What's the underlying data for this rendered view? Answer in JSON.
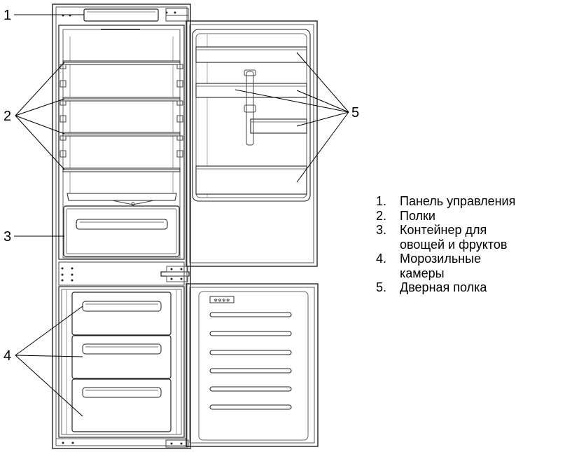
{
  "callouts": {
    "c1": "1",
    "c2": "2",
    "c3": "3",
    "c4": "4",
    "c5": "5"
  },
  "legend": [
    {
      "num": "1.",
      "text": "Панель управления"
    },
    {
      "num": "2.",
      "text": "Полки"
    },
    {
      "num": "3.",
      "text": "Контейнер для овощей и фруктов"
    },
    {
      "num": "4.",
      "text": "Морозильные камеры"
    },
    {
      "num": "5.",
      "text": "Дверная полка"
    }
  ],
  "freezer_door_marks": "❄❄❄❄"
}
